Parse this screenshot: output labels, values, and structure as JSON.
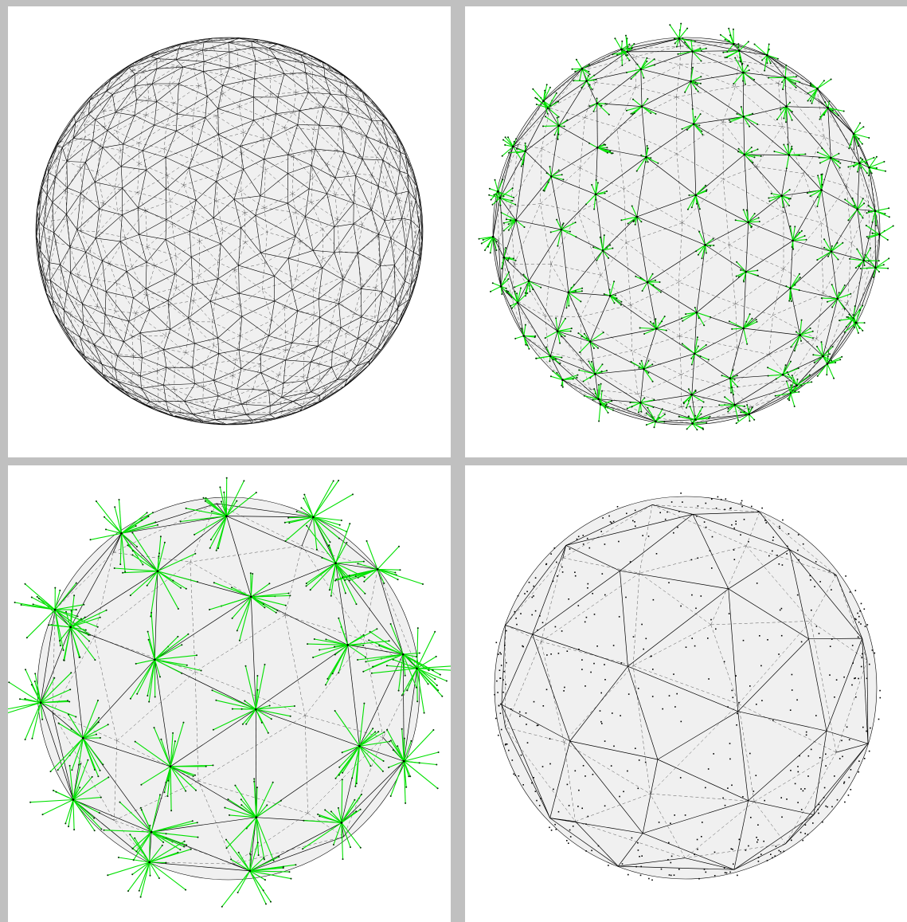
{
  "title": "",
  "panels": [
    {
      "id": "dense-mesh",
      "fill": "#f0f0f0",
      "edge_color": "#000000",
      "edge_width": 0.6,
      "mesh_level": "high",
      "draw_spokes": false,
      "draw_points": false
    },
    {
      "id": "medium-mesh-with-spokes",
      "fill": "#f0f0f0",
      "edge_color": "#000000",
      "spoke_color": "#00e000",
      "mesh_level": "medium",
      "draw_spokes": true,
      "spokes_per_vertex": 8,
      "spoke_length": 0.07,
      "draw_points": false
    },
    {
      "id": "coarse-mesh-with-spokes",
      "fill": "#f0f0f0",
      "edge_color": "#000000",
      "spoke_color": "#00e000",
      "mesh_level": "coarse",
      "draw_spokes": true,
      "spokes_per_vertex": 18,
      "spoke_length": 0.2,
      "draw_points": false
    },
    {
      "id": "coarse-mesh-with-points",
      "fill": "#f0f0f0",
      "edge_color": "#000000",
      "point_color": "#000000",
      "mesh_level": "coarse",
      "draw_spokes": false,
      "draw_points": true
    }
  ],
  "colors": {
    "background": "#c0c0c0",
    "panel": "#ffffff",
    "sphere": "#f0f0f0",
    "edges": "#000000",
    "spokes": "#00e000"
  }
}
